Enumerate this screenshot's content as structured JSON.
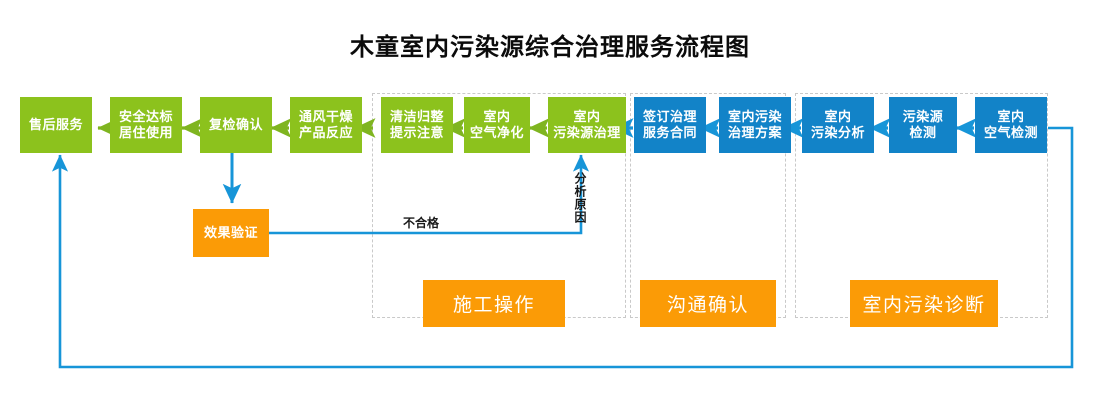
{
  "title": "木童室内污染源综合治理服务流程图",
  "colors": {
    "green": "#8CC21D",
    "blue": "#1283C8",
    "orange": "#FB9B06",
    "arrow_green": "#7FB520",
    "arrow_blue": "#1795D8",
    "group_border": "#C9C9C9",
    "title_text": "#0B0B0B"
  },
  "nodes": {
    "after_sales": "售后服务",
    "safe_standard_living": "安全达标\n居住使用",
    "recheck_confirm": "复检确认",
    "ventilate_dry_product": "通风干燥\n产品反应",
    "clean_tidy_notice": "清洁归整\n提示注意",
    "indoor_air_purify": "室内\n空气净化",
    "indoor_source_treat": "室内\n污染源治理",
    "sign_service_contract": "签订治理\n服务合同",
    "indoor_pollution_plan": "室内污染\n治理方案",
    "indoor_pollution_analysis": "室内\n污染分析",
    "pollution_source_test": "污染源\n检测",
    "indoor_air_test": "室内\n空气检测",
    "effect_verification": "效果验证"
  },
  "stages": {
    "construction": "施工操作",
    "communication": "沟通确认",
    "diagnosis": "室内污染诊断"
  },
  "edge_labels": {
    "unqualified": "不合格",
    "analyze_cause": "分析原因"
  }
}
